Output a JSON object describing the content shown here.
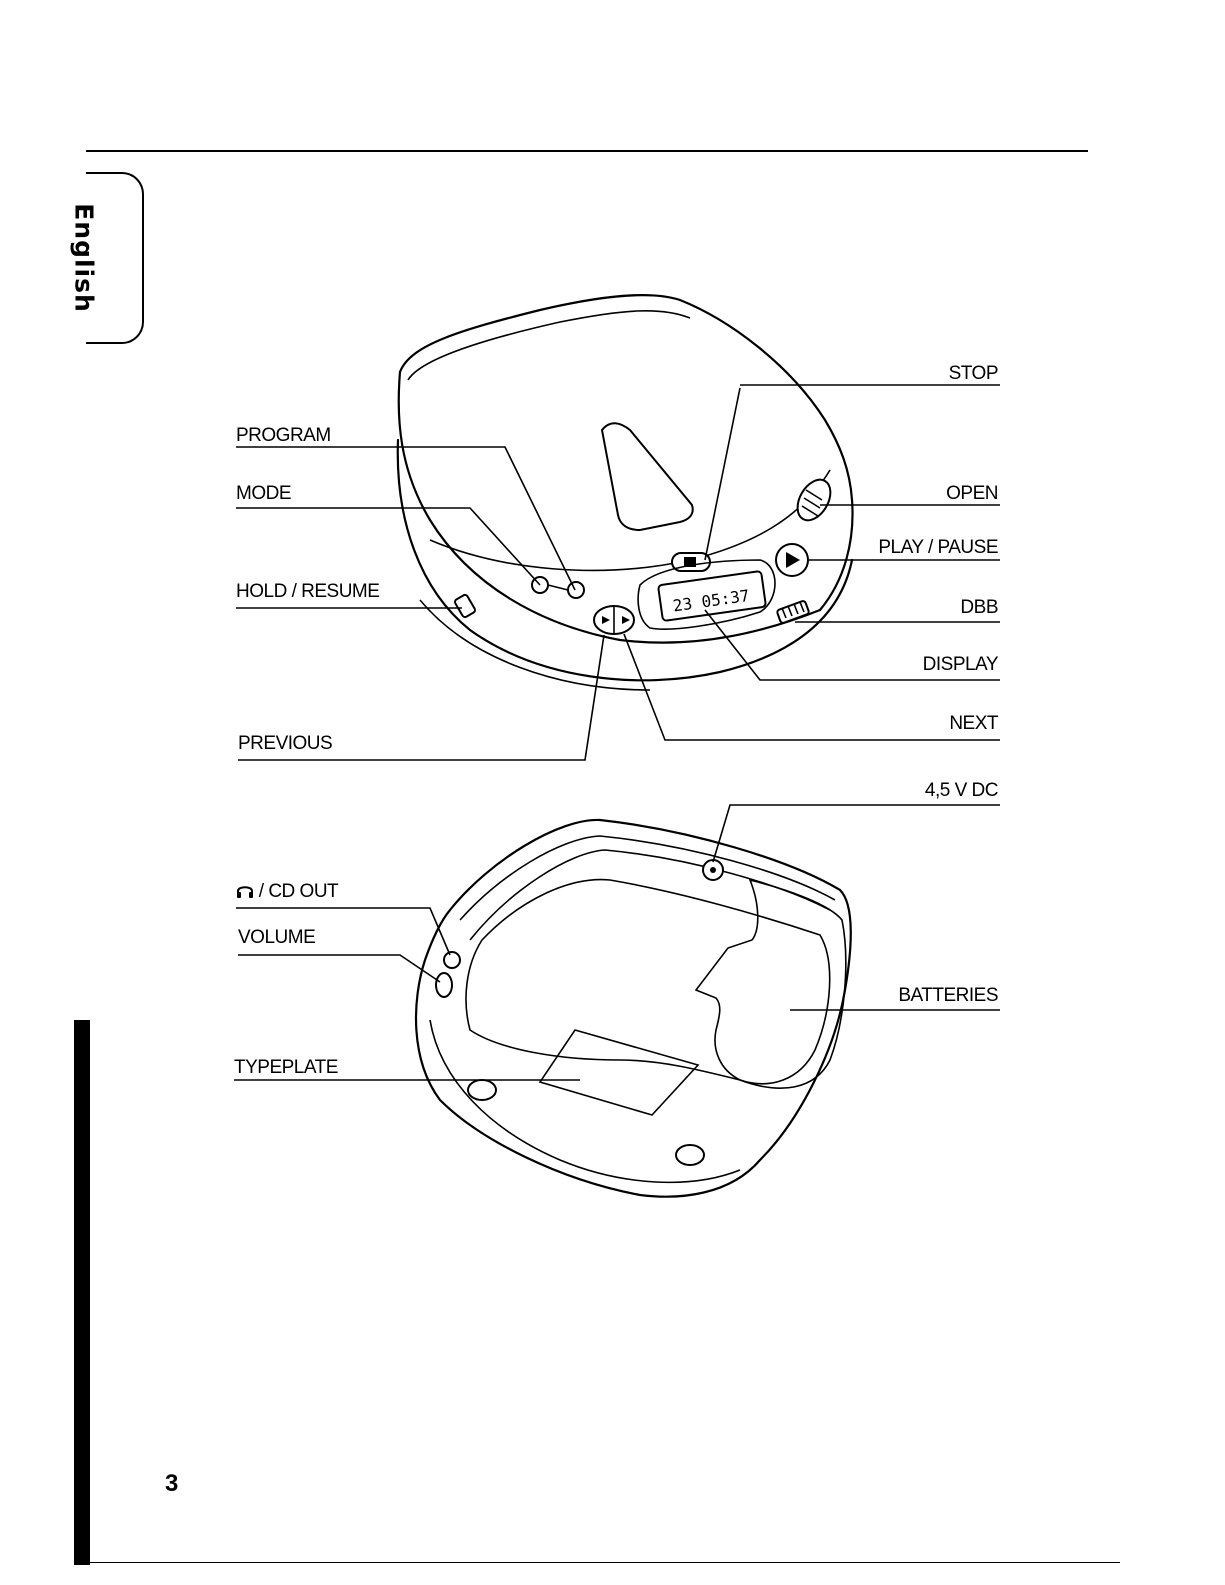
{
  "sidebar": {
    "language_tab": "English"
  },
  "page": {
    "number": "3"
  },
  "labels": {
    "stop": "STOP",
    "program": "PROGRAM",
    "mode": "MODE",
    "open": "OPEN",
    "play_pause": "PLAY / PAUSE",
    "hold_resume": "HOLD / RESUME",
    "dbb": "DBB",
    "display": "DISPLAY",
    "previous": "PREVIOUS",
    "next": "NEXT",
    "dc_in": "4,5 V DC",
    "headphone_out": "/ CD OUT",
    "volume": "VOLUME",
    "batteries": "BATTERIES",
    "typeplate": "TYPEPLATE"
  },
  "display_readout": "23 05:37",
  "icons": {
    "headphones": "headphones-icon"
  }
}
